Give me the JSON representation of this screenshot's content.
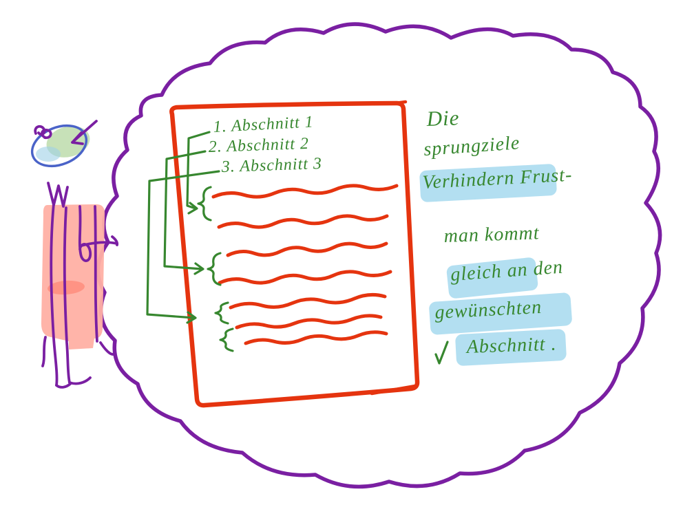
{
  "colors": {
    "cloud": "#7a1fa2",
    "doc": "#e5340f",
    "ink": "#37872f",
    "highlight": "#a6d9ee",
    "body_pink": "#ffb0a4",
    "body_pink_dark": "#ff8d7e",
    "head_green": "#b4d7a0",
    "head_outline": "#4a63c8",
    "head_blue": "#9ed1e6"
  },
  "doc": {
    "toc": [
      {
        "label": "1. Abschnitt 1"
      },
      {
        "label": "2. Abschnitt 2"
      },
      {
        "label": "3. Abschnitt 3"
      }
    ]
  },
  "note": {
    "lines": [
      {
        "text": "Die",
        "highlighted": false
      },
      {
        "text": "sprungziele",
        "highlighted": false
      },
      {
        "text": "Verhindern Frust-",
        "highlighted": true
      },
      {
        "text": "man kommt",
        "highlighted": false
      },
      {
        "text": "gleich an den",
        "highlighted": true
      },
      {
        "text": "gewünschten",
        "highlighted": true
      },
      {
        "text": "Abschnitt .",
        "highlighted": true
      }
    ]
  }
}
